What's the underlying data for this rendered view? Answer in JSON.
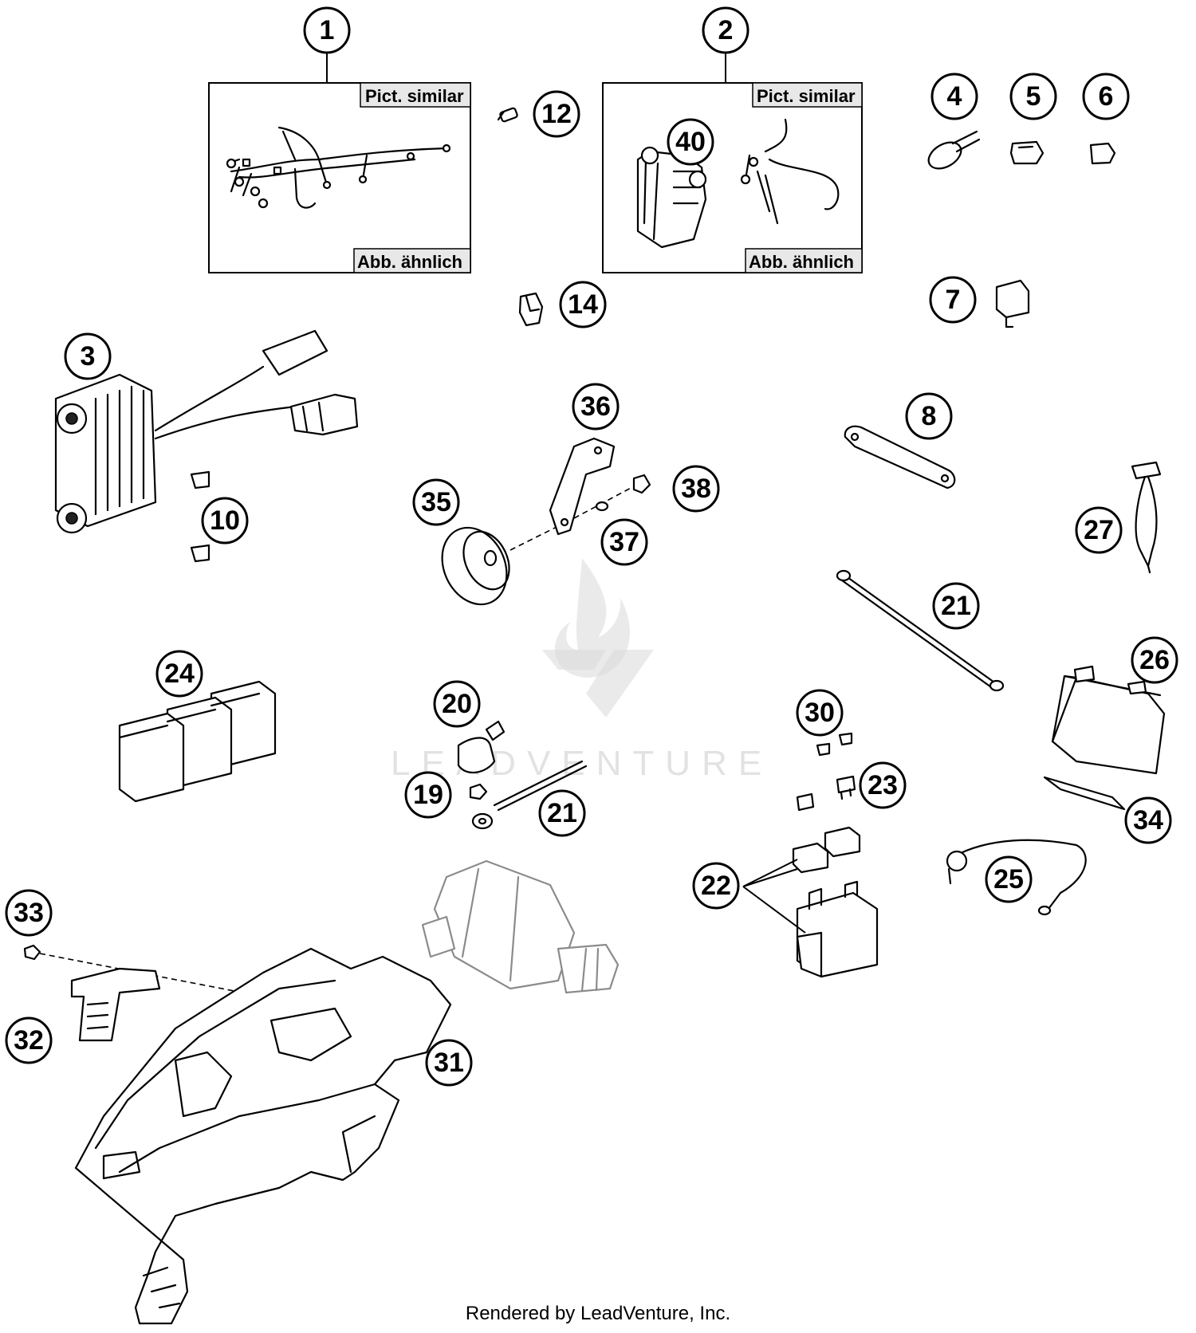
{
  "insets": [
    {
      "top_label": "Pict. similar",
      "bottom_label": "Abb. ähnlich"
    },
    {
      "top_label": "Pict. similar",
      "bottom_label": "Abb. ähnlich"
    }
  ],
  "callouts": [
    "1",
    "2",
    "3",
    "4",
    "5",
    "6",
    "7",
    "8",
    "10",
    "12",
    "14",
    "19",
    "20",
    "21",
    "21",
    "22",
    "23",
    "24",
    "25",
    "26",
    "27",
    "30",
    "31",
    "32",
    "33",
    "34",
    "35",
    "36",
    "37",
    "38",
    "40"
  ],
  "watermark": {
    "text": "LEADVENTURE"
  },
  "footer": {
    "text": "Rendered by LeadVenture, Inc."
  }
}
